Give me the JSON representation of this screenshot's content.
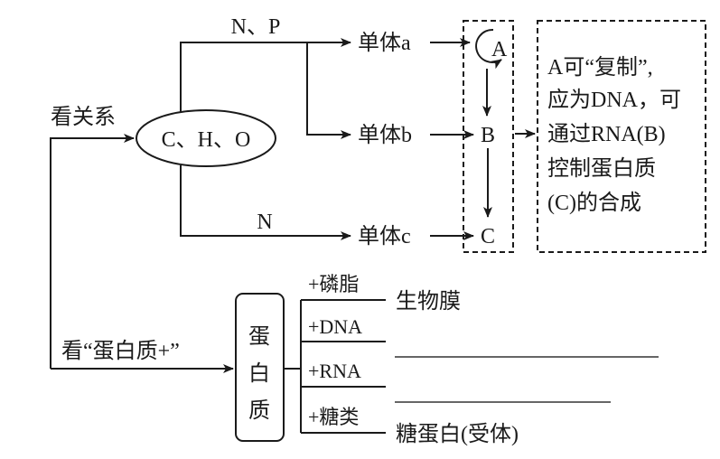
{
  "diagram": {
    "elements_node": "C、H、O",
    "label_relation": "看关系",
    "label_protein_plus": "看“蛋白质+”",
    "branch_np": "N、P",
    "branch_n": "N",
    "monomer_a": "单体a",
    "monomer_b": "单体b",
    "monomer_c": "单体c",
    "macro_a": "A",
    "macro_b": "B",
    "macro_c": "C",
    "explanation_lines": [
      "A可“复制”,",
      "应为DNA，可",
      "通过RNA(B)",
      "控制蛋白质",
      "(C)的合成"
    ],
    "protein_box_chars": [
      "蛋",
      "白",
      "质"
    ],
    "protein_branches": [
      {
        "label": "+磷脂",
        "result": "生物膜"
      },
      {
        "label": "+DNA",
        "result": ""
      },
      {
        "label": "+RNA",
        "result": ""
      },
      {
        "label": "+糖类",
        "result": "糖蛋白(受体)"
      }
    ]
  }
}
